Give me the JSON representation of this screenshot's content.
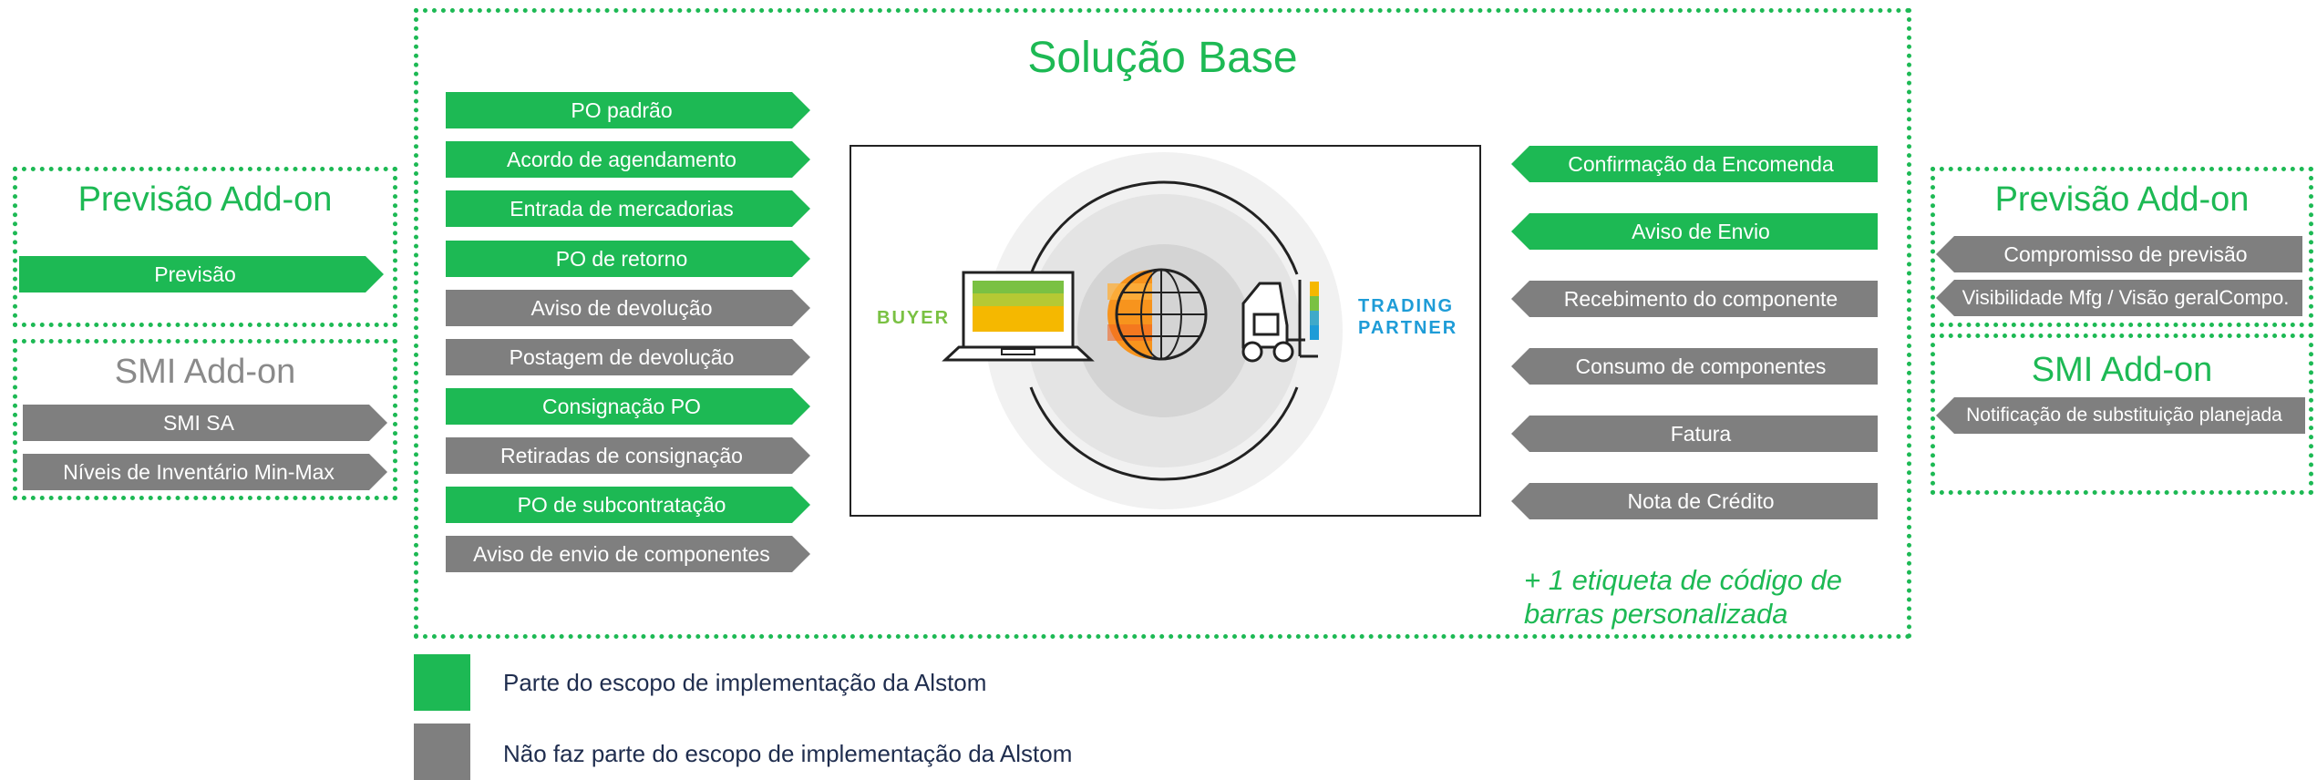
{
  "base": {
    "title": "Solução Base",
    "left_tags": [
      {
        "label": "PO padrão",
        "color": "green"
      },
      {
        "label": "Acordo de agendamento",
        "color": "green"
      },
      {
        "label": "Entrada de mercadorias",
        "color": "green"
      },
      {
        "label": "PO de retorno",
        "color": "green"
      },
      {
        "label": "Aviso de devolução",
        "color": "grey"
      },
      {
        "label": "Postagem de devolução",
        "color": "grey"
      },
      {
        "label": "Consignação PO",
        "color": "green"
      },
      {
        "label": "Retiradas de consignação",
        "color": "grey"
      },
      {
        "label": "PO de subcontratação",
        "color": "green"
      },
      {
        "label": "Aviso de envio de componentes",
        "color": "grey"
      }
    ],
    "right_tags": [
      {
        "label": "Confirmação da Encomenda",
        "color": "green"
      },
      {
        "label": "Aviso de Envio",
        "color": "green"
      },
      {
        "label": "Recebimento do componente",
        "color": "grey"
      },
      {
        "label": "Consumo de componentes",
        "color": "grey"
      },
      {
        "label": "Fatura",
        "color": "grey"
      },
      {
        "label": "Nota de Crédito",
        "color": "grey"
      }
    ],
    "note": "+ 1 etiqueta de código de barras personalizada"
  },
  "center": {
    "buyer_label": "BUYER",
    "partner_label_1": "TRADING",
    "partner_label_2": "PARTNER"
  },
  "left_forecast": {
    "title": "Previsão Add-on",
    "tags": [
      {
        "label": "Previsão",
        "color": "green"
      }
    ]
  },
  "left_smi": {
    "title": "SMI Add-on",
    "tags": [
      {
        "label": "SMI SA",
        "color": "grey"
      },
      {
        "label": "Níveis de Inventário Min-Max",
        "color": "grey"
      }
    ]
  },
  "right_forecast": {
    "title": "Previsão Add-on",
    "tags": [
      {
        "label": "Compromisso de previsão",
        "color": "grey"
      },
      {
        "label": "Visibilidade Mfg / Visão geralCompo.",
        "color": "grey"
      }
    ]
  },
  "right_smi": {
    "title": "SMI Add-on",
    "tags": [
      {
        "label": "Notificação de substituição planejada",
        "color": "grey"
      }
    ]
  },
  "legend": {
    "in_scope": "Parte do escopo de implementação da Alstom",
    "out_scope": "Não faz parte do escopo de implementação da Alstom"
  },
  "colors": {
    "green": "#1db954",
    "grey": "#7f7f7f",
    "buyer": "#7ac143",
    "partner": "#1e9cd7"
  }
}
